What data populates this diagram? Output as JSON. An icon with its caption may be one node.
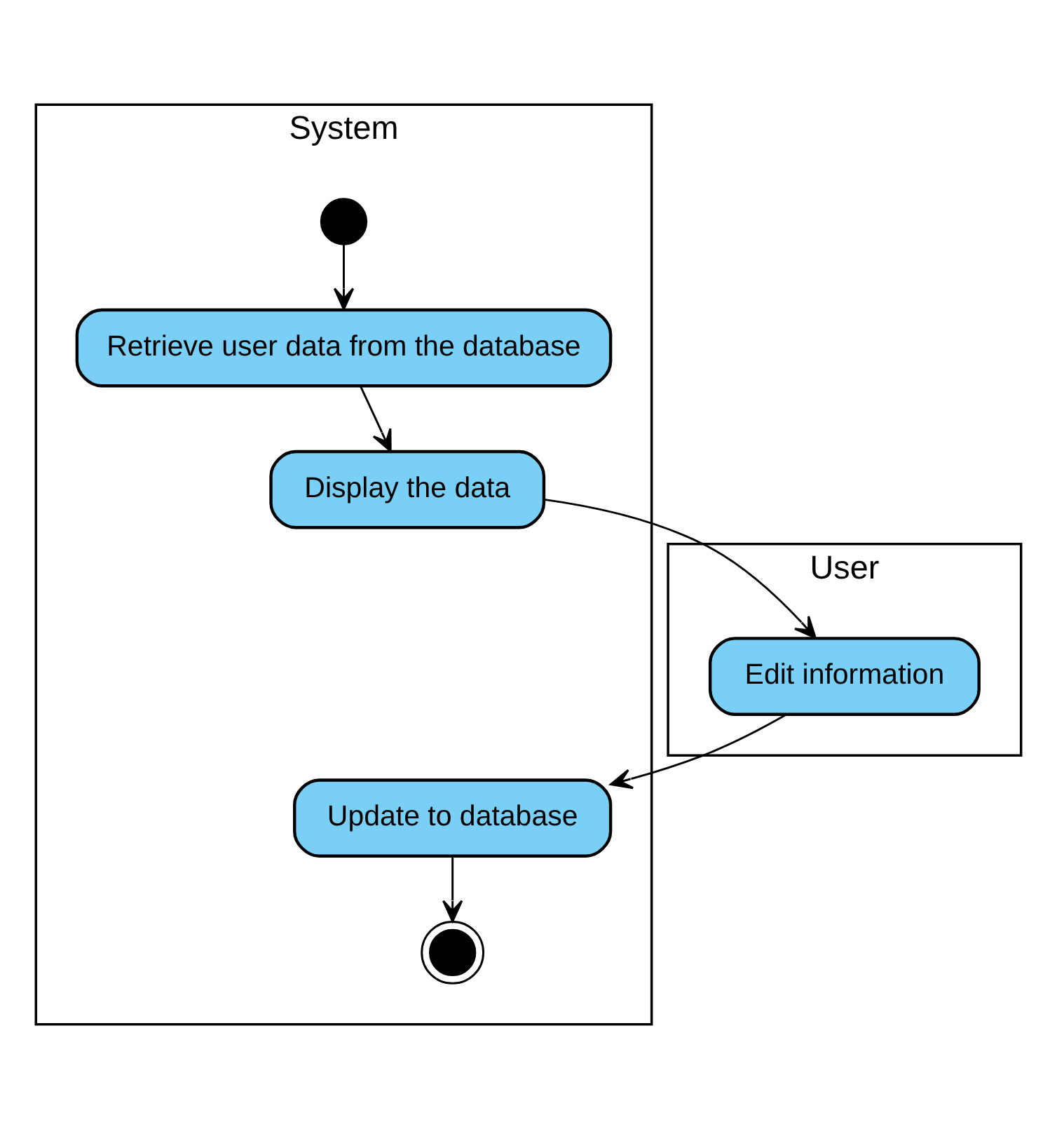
{
  "diagram": {
    "nodes": [
      {
        "text": [
          "User"
        ]
      },
      {
        "text": [
          "System"
        ]
      },
      {
        "text": [],
        "shape": "circle",
        "in": 1
      },
      {
        "text": [
          "Retrieve user data from the database"
        ],
        "in": 1
      },
      {
        "text": [
          "Edit information"
        ],
        "in": 0
      },
      {
        "text": [
          "Display the data"
        ],
        "in": 1
      },
      {
        "text": [
          "Update to database"
        ],
        "in": 1
      },
      {
        "text": [],
        "shape": "circle",
        "in": 1
      }
    ],
    "edges": [
      {
        "from": 2,
        "to": 3,
        "arrow": "to"
      },
      {
        "from": 3,
        "to": 5,
        "arrow": "to"
      },
      {
        "from": 5,
        "to": 4,
        "arrow": "to"
      },
      {
        "from": 4,
        "to": 6,
        "arrow": "to"
      },
      {
        "from": 6,
        "to": 7,
        "arrow": "to"
      }
    ]
  }
}
